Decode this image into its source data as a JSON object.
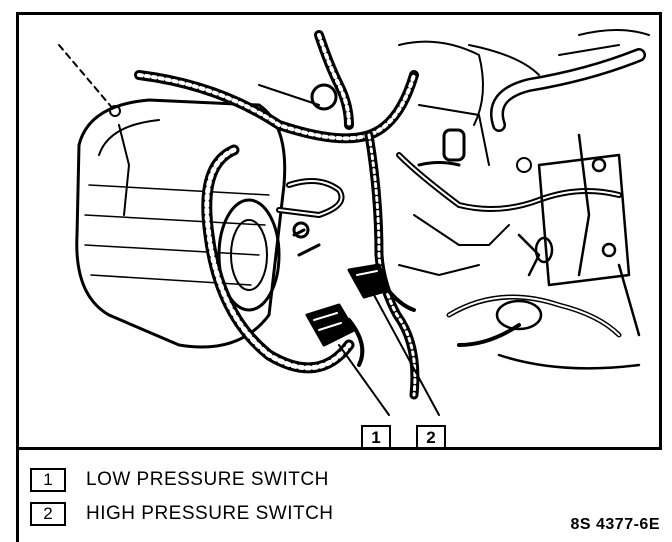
{
  "callouts": [
    {
      "number": "1"
    },
    {
      "number": "2"
    }
  ],
  "legend": [
    {
      "number": "1",
      "label": "LOW PRESSURE SWITCH"
    },
    {
      "number": "2",
      "label": "HIGH PRESSURE SWITCH"
    }
  ],
  "figure_code": "8S 4377-6E"
}
